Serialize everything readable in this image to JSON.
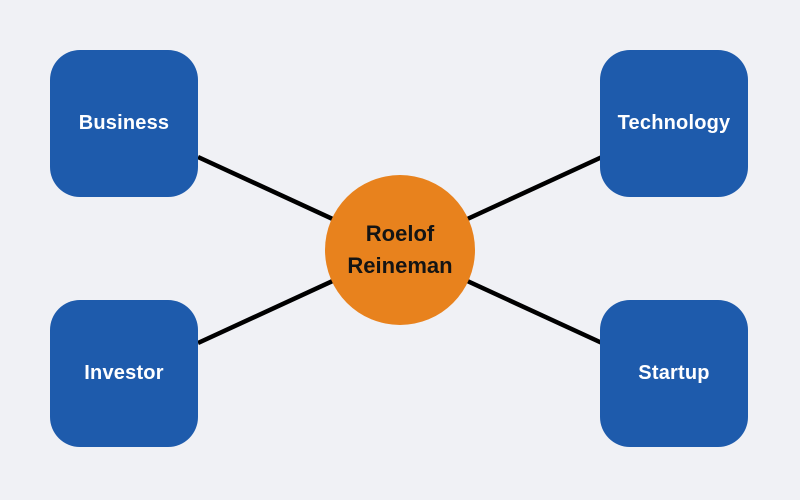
{
  "diagram": {
    "type": "mindmap",
    "background_color": "#F0F1F5",
    "center": {
      "label_line1": "Roelof",
      "label_line2": "Reineman",
      "full_label": "Roelof Reineman",
      "shape": "circle",
      "fill_color": "#E8821D",
      "text_color": "#141414"
    },
    "nodes": [
      {
        "id": "business",
        "label": "Business",
        "position": "top-left"
      },
      {
        "id": "technology",
        "label": "Technology",
        "position": "top-right"
      },
      {
        "id": "investor",
        "label": "Investor",
        "position": "bottom-left"
      },
      {
        "id": "startup",
        "label": "Startup",
        "position": "bottom-right"
      }
    ],
    "node_style": {
      "shape": "rounded-square",
      "fill_color": "#1E5BAC",
      "text_color": "#FFFFFF"
    },
    "edges": [
      {
        "from": "center",
        "to": "business"
      },
      {
        "from": "center",
        "to": "technology"
      },
      {
        "from": "center",
        "to": "investor"
      },
      {
        "from": "center",
        "to": "startup"
      }
    ],
    "edge_color": "#000000"
  }
}
